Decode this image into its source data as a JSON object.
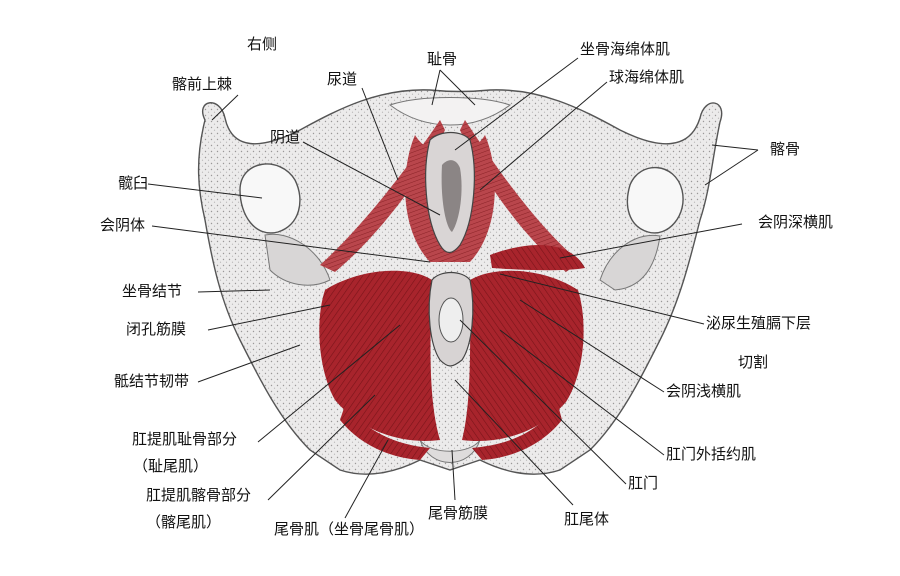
{
  "diagram": {
    "side_label": "右侧",
    "labels": {
      "asis": "髂前上棘",
      "pubis": "耻骨",
      "urethra": "尿道",
      "ischiocav": "坐骨海绵体肌",
      "bulbospong": "球海绵体肌",
      "vagina": "阴道",
      "acetabulum": "髋臼",
      "ilium": "髂骨",
      "perineal_body": "会阴体",
      "deep_transverse": "会阴深横肌",
      "ischial_tuber": "坐骨结节",
      "urogenital_fascia_1": "泌尿生殖膈下层",
      "urogenital_fascia_2": "切割",
      "obturator_fascia": "闭孔筋膜",
      "sacrotuberous": "骶结节韧带",
      "superficial_transverse": "会阴浅横肌",
      "pubococcygeus_1": "肛提肌耻骨部分",
      "pubococcygeus_2": "（耻尾肌）",
      "ext_anal_sphincter": "肛门外括约肌",
      "anus": "肛门",
      "iliococcygeus_1": "肛提肌髂骨部分",
      "iliococcygeus_2": "（髂尾肌）",
      "coccygeus": "尾骨肌（坐骨尾骨肌）",
      "coccygeal_fascia": "尾骨筋膜",
      "anococcygeal_body": "肛尾体"
    },
    "colors": {
      "muscle": "#a8242c",
      "muscle_dark": "#7a1419",
      "bone": "#e8e6e6",
      "bone_shade": "#a9a6a6",
      "line": "#222222"
    }
  }
}
